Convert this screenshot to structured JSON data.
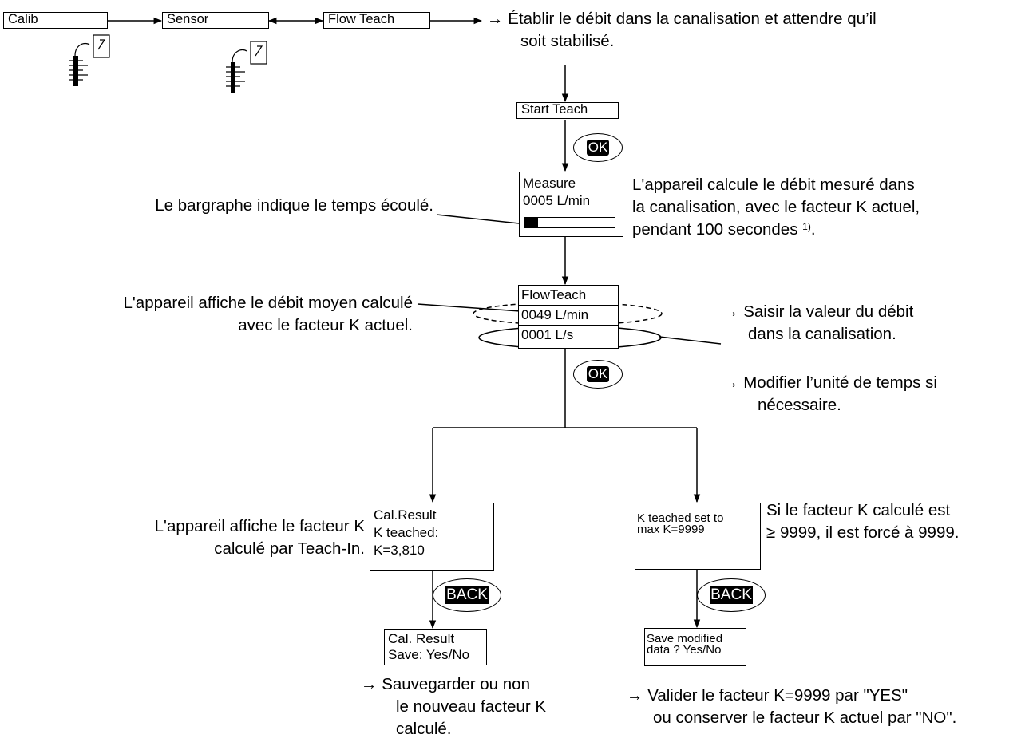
{
  "menu": {
    "calib": "Calib",
    "sensor": "Sensor",
    "flow_teach": "Flow Teach",
    "start_teach": "Start Teach"
  },
  "steps": {
    "establish": [
      "→ Établir le débit dans la canalisation et attendre qu’il",
      "soit stabilisé."
    ],
    "bargraph_note": "Le bargraphe indique le temps écoulé.",
    "calc_note": [
      "L'appareil calcule le débit mesuré dans",
      "la canalisation, avec le facteur K actuel,",
      "pendant 100 secondes"
    ],
    "footnote_mark": "1)",
    "avg_note": [
      "L'appareil affiche le débit moyen calculé",
      "avec le facteur K actuel."
    ],
    "enter_value": [
      "→ Saisir la valeur du débit",
      "dans la canalisation."
    ],
    "modify_unit": [
      "→ Modifier l’unité de temps si",
      "nécessaire."
    ],
    "k_result_note": [
      "L'appareil affiche le facteur K",
      "calculé par Teach-In."
    ],
    "k_max_note": [
      "Si le facteur K calculé est",
      "≥ 9999, il est forcé à 9999."
    ],
    "save_note": [
      "→ Sauvegarder ou non",
      "le nouveau facteur K",
      "calculé."
    ],
    "validate_note": [
      "→ Valider le facteur K=9999 par \"YES\"",
      "ou conserver le facteur K actuel par \"NO\"."
    ]
  },
  "displays": {
    "measure": {
      "line1": "Measure",
      "line2": "0005 L/min",
      "progress": 0.15
    },
    "flowteach": {
      "line1": "FlowTeach",
      "line2": "0049 L/min",
      "line3": "0001 L/s"
    },
    "cal_result": {
      "line1": "Cal.Result",
      "line2": "K teached:",
      "line3": "K=3,810"
    },
    "k_max": {
      "line1": "K teached set to",
      "line2": "max K=9999"
    },
    "save_left": {
      "line1": "Cal. Result",
      "line2": "Save: Yes/No"
    },
    "save_right": {
      "line1": "Save modified",
      "line2": "data ? Yes/No"
    }
  },
  "keys": {
    "ok": "OK",
    "back": "BACK"
  },
  "icons": [
    "sensor-probe-icon",
    "sensor-probe-icon"
  ]
}
